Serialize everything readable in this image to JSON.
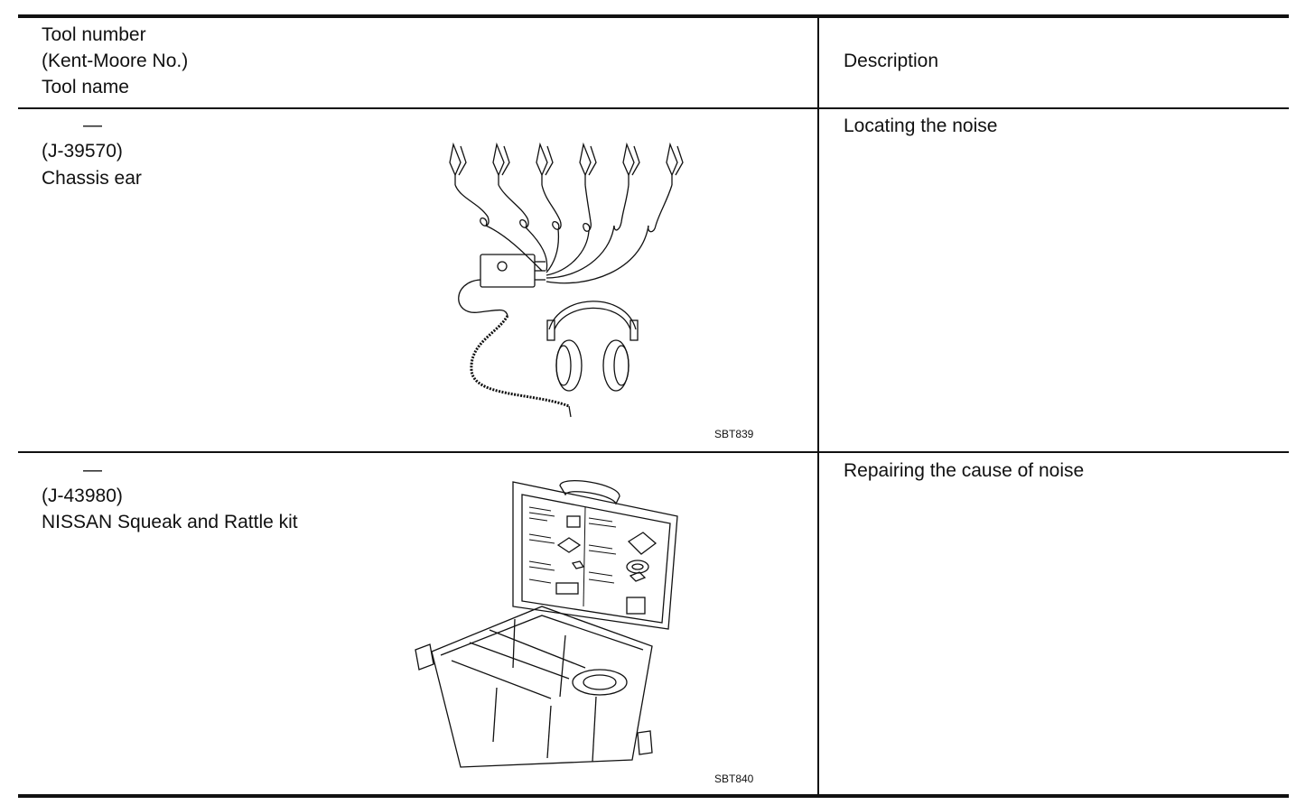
{
  "table": {
    "header": {
      "col1": [
        "Tool number",
        "(Kent-Moore No.)",
        "Tool name"
      ],
      "col2": "Description"
    },
    "rows": [
      {
        "tool_number": "—",
        "kent_moore": "(J-39570)",
        "tool_name": "Chassis ear",
        "figure_id": "SBT839",
        "description": "Locating the noise"
      },
      {
        "tool_number": "—",
        "kent_moore": "(J-43980)",
        "tool_name": "NISSAN Squeak and Rattle kit",
        "figure_id": "SBT840",
        "description": "Repairing the cause of noise"
      }
    ]
  }
}
